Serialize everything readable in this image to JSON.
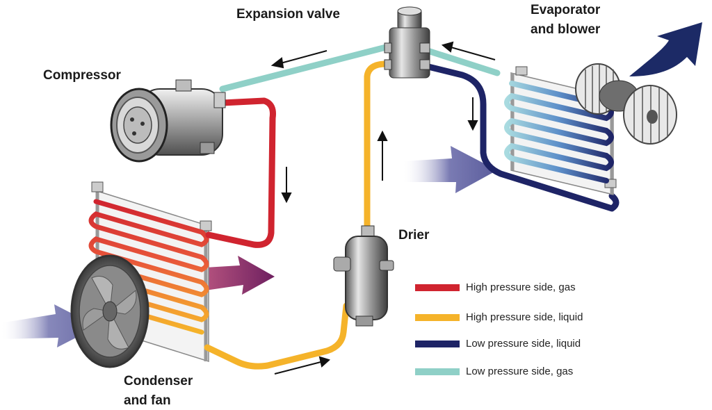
{
  "labels": {
    "expansion_valve": "Expansion valve",
    "evaporator_line1": "Evaporator",
    "evaporator_line2": "and blower",
    "compressor": "Compressor",
    "drier": "Drier",
    "condenser_line1": "Condenser",
    "condenser_line2": "and fan"
  },
  "legend": [
    {
      "label": "High pressure side, gas",
      "color": "#d0242f"
    },
    {
      "label": "High pressure side, liquid",
      "color": "#f5b32a"
    },
    {
      "label": "Low pressure side, liquid",
      "color": "#1e2466"
    },
    {
      "label": "Low pressure side, gas",
      "color": "#8fd0c7"
    }
  ],
  "colors": {
    "high_gas": "#d0242f",
    "high_liquid": "#f5b32a",
    "low_liquid": "#1e2466",
    "low_gas": "#8fd0c7",
    "airflow_in": "#7a7bb3",
    "airflow_hot": "#7d2a6e",
    "airflow_out": "#1c2a66"
  }
}
